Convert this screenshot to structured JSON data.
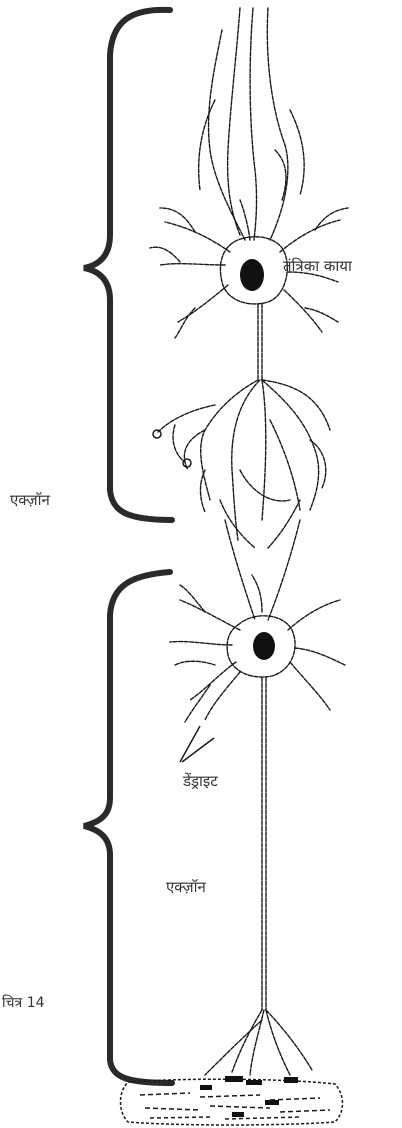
{
  "labels": {
    "cell_body": "तंत्रिका काया",
    "axon_upper": "एक्ज़ॉन",
    "dendrite": "डेंड्राइट",
    "axon_lower": "एक्ज़ॉन",
    "figure": "चित्र 14"
  },
  "colors": {
    "ink": "#1a1a1a",
    "background": "#ffffff"
  }
}
